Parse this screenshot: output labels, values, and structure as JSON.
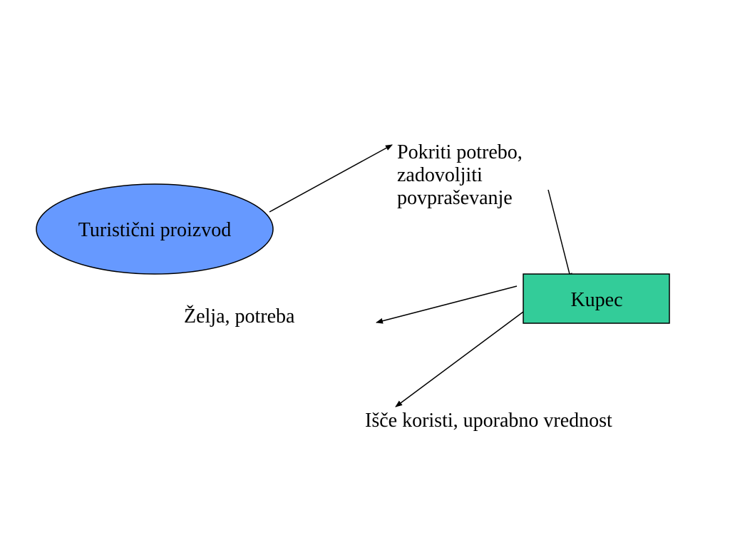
{
  "diagram": {
    "nodes": {
      "product": {
        "label": "Turistični proizvod",
        "shape": "ellipse",
        "fill": "#6699ff",
        "stroke": "#000000"
      },
      "buyer": {
        "label": "Kupec",
        "shape": "rectangle",
        "fill": "#33cc99",
        "stroke": "#000000"
      }
    },
    "labels": {
      "need_cover": {
        "lines": [
          "Pokriti potrebo,",
          "zadovoljiti",
          "povpraševanje"
        ]
      },
      "wish": "Želja, potreba",
      "seeks": "Išče koristi, uporabno vrednost"
    },
    "edges": [
      {
        "from": "product",
        "to": "need_cover"
      },
      {
        "from": "need_cover",
        "to": "buyer"
      },
      {
        "from": "buyer",
        "to": "wish"
      },
      {
        "from": "buyer",
        "to": "seeks"
      }
    ],
    "colors": {
      "line": "#000000",
      "text": "#000000",
      "background": "#ffffff"
    }
  }
}
